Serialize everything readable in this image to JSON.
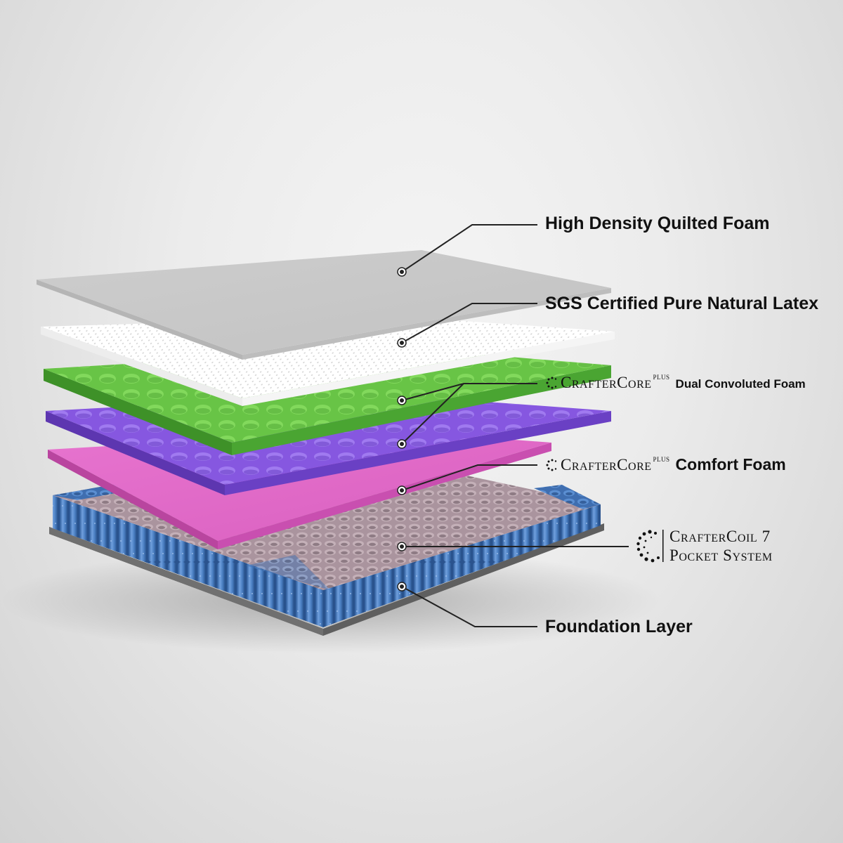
{
  "labels": {
    "quilted_foam": "High Density Quilted Foam",
    "latex": "SGS Certified Pure Natural Latex",
    "convoluted": {
      "brand": "CrafterCore",
      "superscript": "PLUS",
      "description": "Dual Convoluted Foam"
    },
    "comfort": {
      "brand": "CrafterCore",
      "superscript": "PLUS",
      "description": "Comfort Foam"
    },
    "coil": {
      "line1": "CrafterCoil 7",
      "line2": "Pocket System"
    },
    "foundation": "Foundation Layer"
  },
  "layers": [
    {
      "name": "quilted-foam-layer",
      "color": "#c9c9c9"
    },
    {
      "name": "latex-layer",
      "color": "#ffffff"
    },
    {
      "name": "green-convoluted-layer",
      "color": "#6cc548"
    },
    {
      "name": "purple-convoluted-layer",
      "color": "#8a5ce6"
    },
    {
      "name": "pink-comfort-layer",
      "color": "#e66ecb"
    },
    {
      "name": "pocket-coil-layer",
      "color": "#4a7fc2"
    },
    {
      "name": "foundation-layer",
      "color": "#6a6a6a"
    }
  ]
}
